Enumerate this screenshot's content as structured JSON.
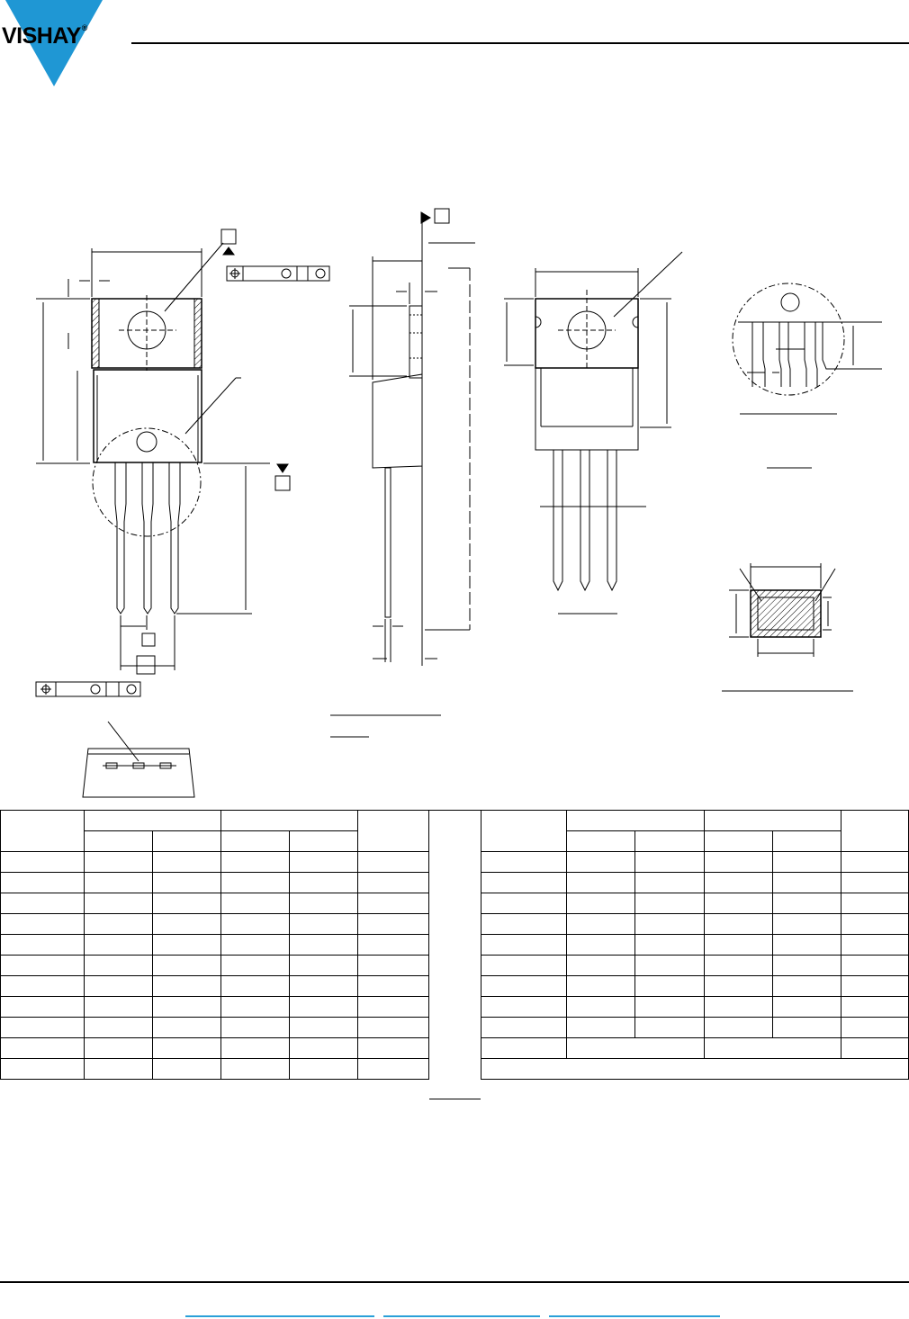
{
  "brand": {
    "name": "VISHAY",
    "registered_mark": "®",
    "accent_color": "#1f97d4"
  },
  "table_left": {
    "rows": 13,
    "cols": 6
  },
  "table_right": {
    "rows": 13,
    "cols": 6
  },
  "footer": {
    "link_color": "#2aa0d8"
  }
}
